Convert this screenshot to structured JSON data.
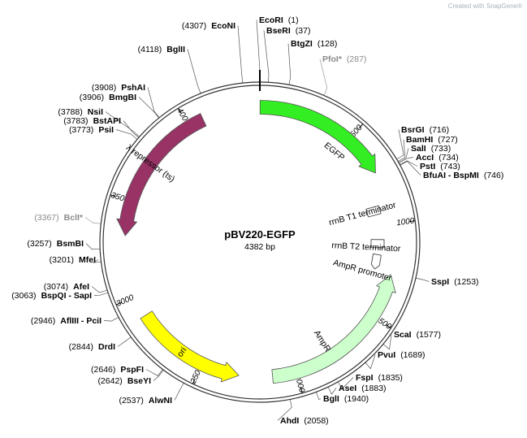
{
  "map": {
    "name": "pBV220-EGFP",
    "size_label": "4382 bp",
    "total_bp": 4382
  },
  "watermark": "Created with SnapGene®",
  "ticks": [
    {
      "bp": 500,
      "label": "500"
    },
    {
      "bp": 1000,
      "label": "1000"
    },
    {
      "bp": 1500,
      "label": "1500"
    },
    {
      "bp": 2000,
      "label": "2000"
    },
    {
      "bp": 2500,
      "label": "2500"
    },
    {
      "bp": 3000,
      "label": "3000"
    },
    {
      "bp": 3500,
      "label": "3500"
    },
    {
      "bp": 4000,
      "label": "4000"
    }
  ],
  "features": [
    {
      "name": "EGFP",
      "start": 1,
      "end": 720,
      "direction": "forward",
      "color": "#33ee22",
      "label_bp": 480,
      "label_side": "inside"
    },
    {
      "name": "rrnB T1 terminator",
      "start": 868,
      "end": 954,
      "direction": "none",
      "color": "#ffffff",
      "label_bp": 910,
      "label_side": "inside"
    },
    {
      "name": "rrnB T2 terminator",
      "start": 1090,
      "end": 1118,
      "direction": "none",
      "color": "#ffffff",
      "label_bp": 1130,
      "label_side": "inside"
    },
    {
      "name": "AmpR promoter",
      "start": 1160,
      "end": 1264,
      "direction": "forward",
      "color": "#ffffff",
      "label_bp": 1285,
      "label_side": "inside"
    },
    {
      "name": "AmpR",
      "start": 1265,
      "end": 2125,
      "direction": "reverse",
      "color": "#ccffcc",
      "label_bp": 1800,
      "label_side": "inside"
    },
    {
      "name": "ori",
      "start": 2300,
      "end": 2890,
      "direction": "reverse",
      "color": "#ffff00",
      "label_bp": 2620,
      "label_side": "inside"
    },
    {
      "name": "λ repressor (ts)",
      "start": 3320,
      "end": 4080,
      "direction": "reverse",
      "color": "#993366",
      "label_bp": 3720,
      "label_side": "inside"
    }
  ],
  "sites": [
    {
      "name": "EcoRI",
      "pos": "(1)",
      "bp": 1,
      "muted": false
    },
    {
      "name": "BseRI",
      "pos": "(37)",
      "bp": 37,
      "muted": false
    },
    {
      "name": "BtgZI",
      "pos": "(128)",
      "bp": 128,
      "muted": false
    },
    {
      "name": "PfoI*",
      "pos": "(287)",
      "bp": 287,
      "muted": true
    },
    {
      "name": "BsrGI",
      "pos": "(716)",
      "bp": 716,
      "muted": false
    },
    {
      "name": "BamHI",
      "pos": "(727)",
      "bp": 727,
      "muted": false
    },
    {
      "name": "SalI",
      "pos": "(733)",
      "bp": 733,
      "muted": false
    },
    {
      "name": "AccI",
      "pos": "(734)",
      "bp": 734,
      "muted": false
    },
    {
      "name": "PstI",
      "pos": "(743)",
      "bp": 743,
      "muted": false
    },
    {
      "name": "BfuAI - BspMI",
      "pos": "(746)",
      "bp": 746,
      "muted": false
    },
    {
      "name": "SspI",
      "pos": "(1253)",
      "bp": 1253,
      "muted": false
    },
    {
      "name": "ScaI",
      "pos": "(1577)",
      "bp": 1577,
      "muted": false
    },
    {
      "name": "PvuI",
      "pos": "(1689)",
      "bp": 1689,
      "muted": false
    },
    {
      "name": "FspI",
      "pos": "(1835)",
      "bp": 1835,
      "muted": false
    },
    {
      "name": "AseI",
      "pos": "(1883)",
      "bp": 1883,
      "muted": false
    },
    {
      "name": "BglI",
      "pos": "(1940)",
      "bp": 1940,
      "muted": false
    },
    {
      "name": "AhdI",
      "pos": "(2058)",
      "bp": 2058,
      "muted": false
    },
    {
      "name": "AlwNI",
      "pos": "(2537)",
      "bp": 2537,
      "muted": false
    },
    {
      "name": "BseYI",
      "pos": "(2642)",
      "bp": 2642,
      "muted": false
    },
    {
      "name": "PspFI",
      "pos": "(2646)",
      "bp": 2646,
      "muted": false
    },
    {
      "name": "DrdI",
      "pos": "(2844)",
      "bp": 2844,
      "muted": false
    },
    {
      "name": "AflIII - PciI",
      "pos": "(2946)",
      "bp": 2946,
      "muted": false
    },
    {
      "name": "BspQI - SapI",
      "pos": "(3063)",
      "bp": 3063,
      "muted": false
    },
    {
      "name": "AfeI",
      "pos": "(3074)",
      "bp": 3074,
      "muted": false
    },
    {
      "name": "MfeI",
      "pos": "(3201)",
      "bp": 3201,
      "muted": false
    },
    {
      "name": "BsmBI",
      "pos": "(3257)",
      "bp": 3257,
      "muted": false
    },
    {
      "name": "BclI*",
      "pos": "(3367)",
      "bp": 3367,
      "muted": true
    },
    {
      "name": "PsiI",
      "pos": "(3773)",
      "bp": 3773,
      "muted": false
    },
    {
      "name": "BstAPI",
      "pos": "(3783)",
      "bp": 3783,
      "muted": false
    },
    {
      "name": "NsiI",
      "pos": "(3788)",
      "bp": 3788,
      "muted": false
    },
    {
      "name": "BmgBI",
      "pos": "(3906)",
      "bp": 3906,
      "muted": false
    },
    {
      "name": "PshAI",
      "pos": "(3908)",
      "bp": 3908,
      "muted": false
    },
    {
      "name": "BglII",
      "pos": "(4118)",
      "bp": 4118,
      "muted": false
    },
    {
      "name": "EcoNI",
      "pos": "(4307)",
      "bp": 4307,
      "muted": false
    }
  ]
}
